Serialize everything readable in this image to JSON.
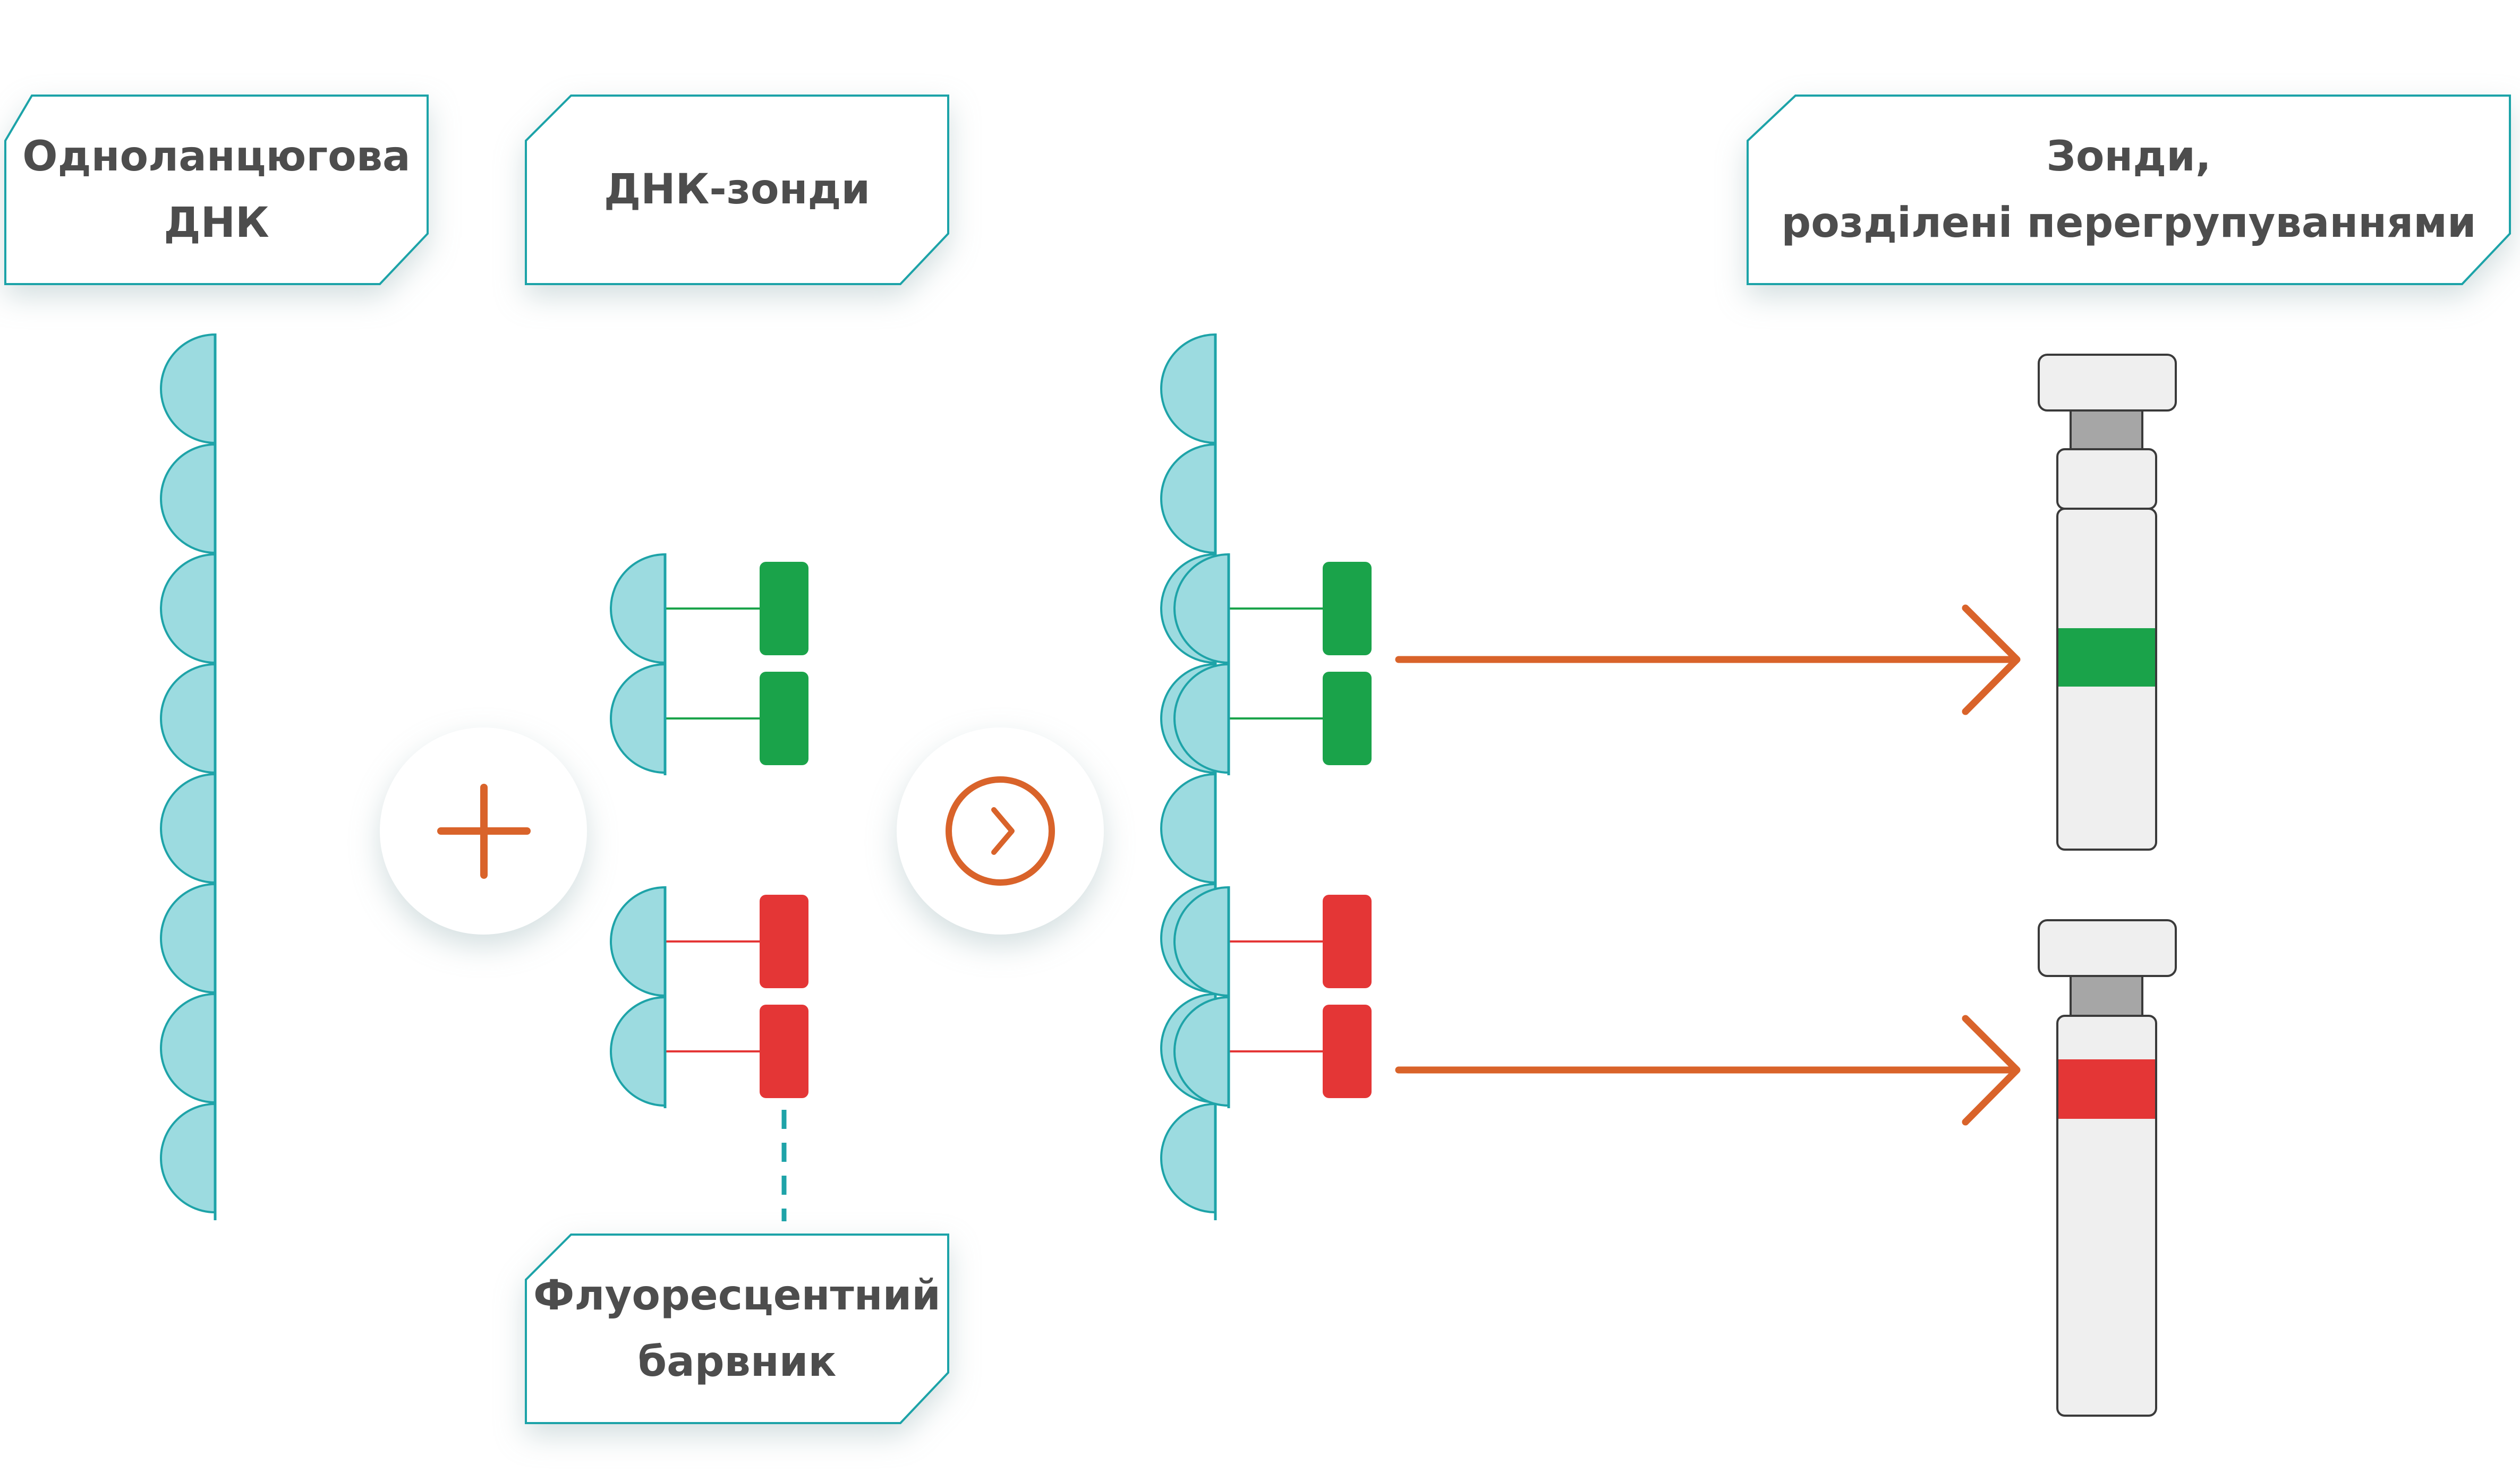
{
  "labels": {
    "ssdna": {
      "line1": "Одноланцюгова",
      "line2": "ДНК"
    },
    "probes": {
      "line1": "ДНК-зонди"
    },
    "dye": {
      "line1": "Флуоресцентний",
      "line2": "барвник"
    },
    "result": {
      "line1": "Зонди,",
      "line2": "розділені перегрупуваннями"
    }
  },
  "icons": {
    "plus": "plus-icon",
    "next": "chevron-right-icon",
    "arrow": "arrow-right-icon"
  },
  "colors": {
    "bead_fill": "#9cdbe0",
    "bead_stroke": "#1ea3a8",
    "green_probe": "#1aa34a",
    "red_probe": "#e43636",
    "arrow": "#d9632a",
    "chromosome_fill": "#efefef",
    "chromosome_stroke": "#3a3a3a",
    "centromere": "#a6a6a6",
    "label_text": "#4d4d4d"
  }
}
